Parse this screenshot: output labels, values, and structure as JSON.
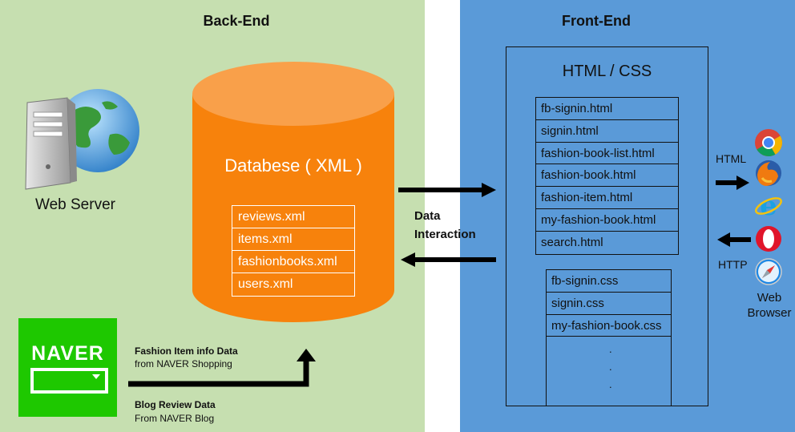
{
  "backend": {
    "title": "Back-End",
    "web_server_label": "Web Server",
    "database": {
      "title": "Databese ( XML )",
      "files": [
        "reviews.xml",
        "items.xml",
        "fashionbooks.xml",
        "users.xml"
      ]
    },
    "naver": {
      "logo_text": "NAVER",
      "fashion_data_title": "Fashion Item info Data",
      "fashion_data_source": "from NAVER Shopping",
      "blog_data_title": "Blog Review Data",
      "blog_data_source": "From NAVER Blog"
    }
  },
  "interaction": {
    "line1": "Data",
    "line2": "Interaction"
  },
  "frontend": {
    "title": "Front-End",
    "box_title": "HTML / CSS",
    "html_files": [
      "fb-signin.html",
      "signin.html",
      "fashion-book-list.html",
      "fashion-book.html",
      "fashion-item.html",
      "my-fashion-book.html",
      "search.html"
    ],
    "css_files": [
      "fb-signin.css",
      "signin.css",
      "my-fashion-book.css"
    ],
    "dots": ".",
    "html_label": "HTML",
    "http_label": "HTTP",
    "browser_label_1": "Web",
    "browser_label_2": "Browser",
    "browser_icons": [
      "chrome-icon",
      "firefox-icon",
      "internet-explorer-icon",
      "opera-icon",
      "safari-icon"
    ]
  },
  "colors": {
    "backend_bg": "#c6dfb0",
    "frontend_bg": "#5a9ad8",
    "database": "#f7820c",
    "naver_green": "#1ec800"
  }
}
